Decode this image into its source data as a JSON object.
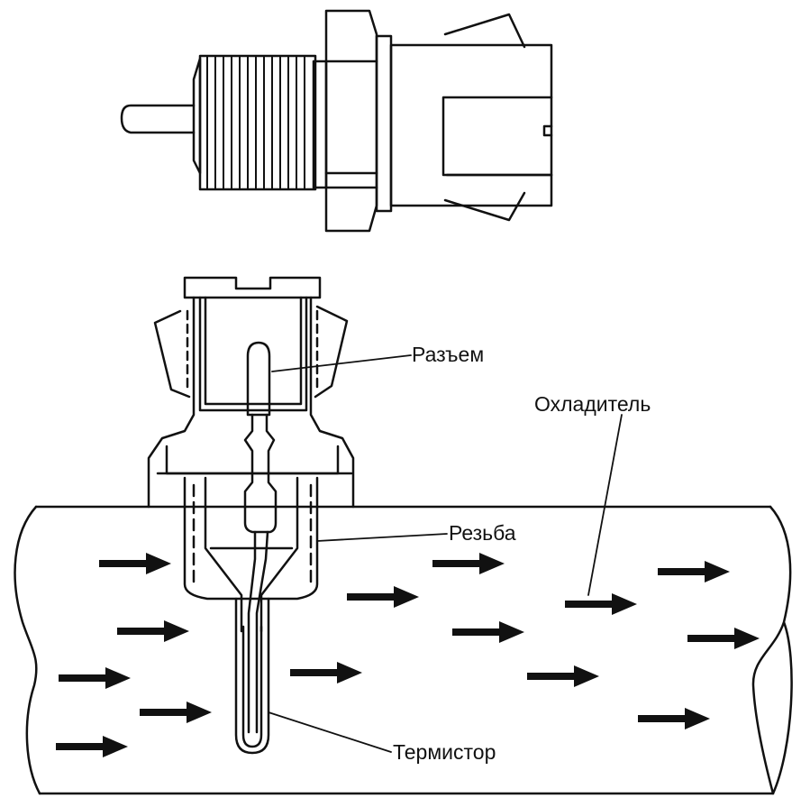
{
  "labels": {
    "connector": "Разъем",
    "coolant": "Охладитель",
    "thread": "Резьба",
    "thermistor": "Термистор"
  },
  "colors": {
    "line": "#111111",
    "background": "#ffffff"
  },
  "icons": {
    "flow_arrow": "flow-arrow-icon"
  }
}
